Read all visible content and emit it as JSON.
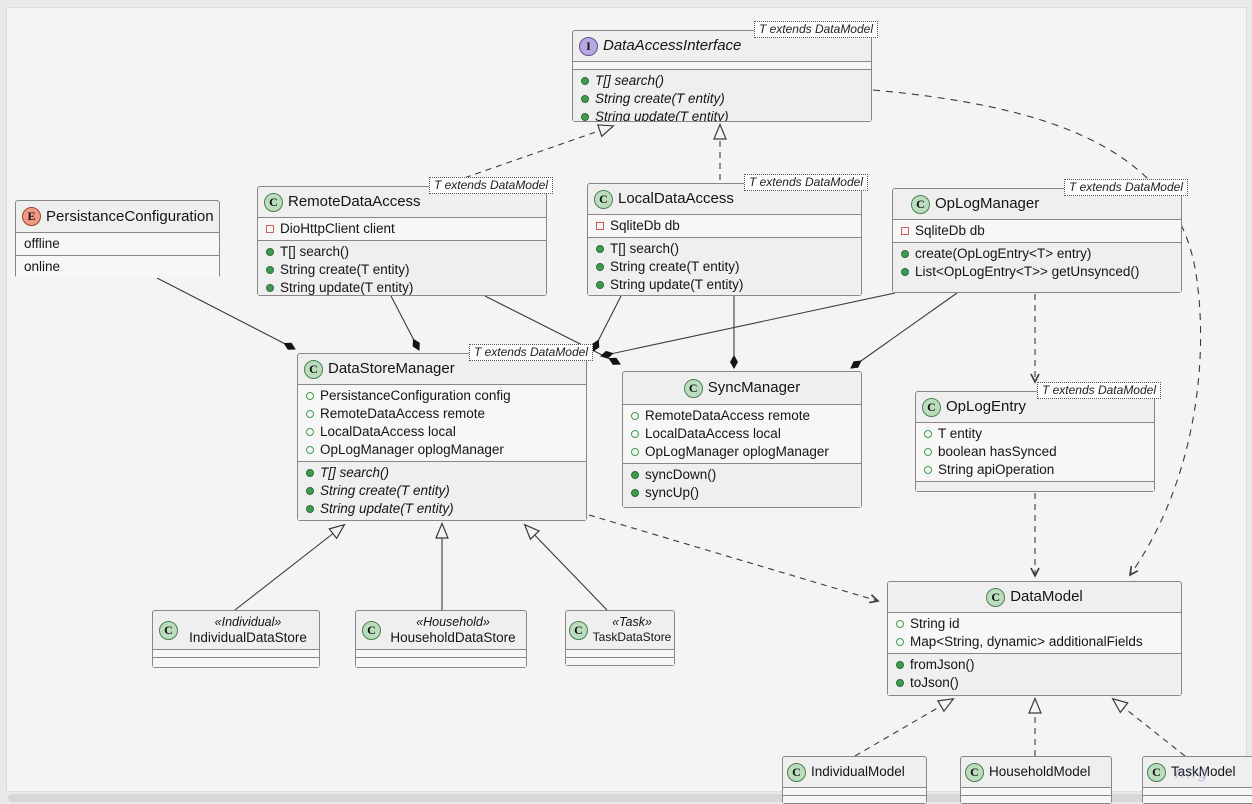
{
  "diagram": {
    "kind": "uml-class-diagram",
    "watermark": "nng",
    "generic_label": "T extends DataModel",
    "colors": {
      "canvas_bg": "#f4f4f4",
      "box_bg": "#f1f1f1",
      "edge": "#3a3a3a",
      "class_badge_fill": "#bcdcbe",
      "class_badge_border": "#4a7f52",
      "interface_badge_fill": "#b6a8e2",
      "enum_badge_fill": "#ee9a85",
      "field_icon": "#3f9b50",
      "private_icon": "#d05c5c"
    },
    "icons": {
      "class-icon": "C",
      "interface-icon": "I",
      "enum-icon": "E",
      "public-field-icon": "open-circle",
      "method-icon": "filled-circle",
      "private-field-icon": "open-square"
    }
  },
  "classes": {
    "dataAccessInterface": {
      "kind": "I",
      "name": "DataAccessInterface",
      "generic": "T extends DataModel",
      "methods": [
        "T[] search()",
        "String create(T entity)",
        "String update(T entity)"
      ]
    },
    "persistanceConfiguration": {
      "kind": "E",
      "name": "PersistanceConfiguration",
      "values": [
        "offline",
        "online"
      ]
    },
    "remoteDataAccess": {
      "kind": "C",
      "name": "RemoteDataAccess",
      "generic": "T extends DataModel",
      "fields": [
        "DioHttpClient client"
      ],
      "methods": [
        "T[] search()",
        "String create(T entity)",
        "String update(T entity)"
      ]
    },
    "localDataAccess": {
      "kind": "C",
      "name": "LocalDataAccess",
      "generic": "T extends DataModel",
      "fields": [
        "SqliteDb db"
      ],
      "methods": [
        "T[] search()",
        "String create(T entity)",
        "String update(T entity)"
      ]
    },
    "opLogManager": {
      "kind": "C",
      "name": "OpLogManager",
      "generic": "T extends DataModel",
      "fields": [
        "SqliteDb db"
      ],
      "methods": [
        "create(OpLogEntry<T> entry)",
        "List<OpLogEntry<T>> getUnsynced()"
      ]
    },
    "dataStoreManager": {
      "kind": "C",
      "name": "DataStoreManager",
      "generic": "T extends DataModel",
      "fields": [
        "PersistanceConfiguration config",
        "RemoteDataAccess remote",
        "LocalDataAccess local",
        "OpLogManager oplogManager"
      ],
      "methods": [
        "T[] search()",
        "String create(T entity)",
        "String update(T entity)"
      ]
    },
    "syncManager": {
      "kind": "C",
      "name": "SyncManager",
      "fields": [
        "RemoteDataAccess remote",
        "LocalDataAccess local",
        "OpLogManager oplogManager"
      ],
      "methods": [
        "syncDown()",
        "syncUp()"
      ]
    },
    "opLogEntry": {
      "kind": "C",
      "name": "OpLogEntry",
      "generic": "T extends DataModel",
      "fields": [
        "T entity",
        "boolean hasSynced",
        "String apiOperation"
      ]
    },
    "dataModel": {
      "kind": "C",
      "name": "DataModel",
      "fields": [
        "String id",
        "Map<String, dynamic> additionalFields"
      ],
      "methods": [
        "fromJson()",
        "toJson()"
      ]
    },
    "individualDataStore": {
      "kind": "C",
      "name": "IndividualDataStore",
      "stereotype": "«Individual»"
    },
    "householdDataStore": {
      "kind": "C",
      "name": "HouseholdDataStore",
      "stereotype": "«Household»"
    },
    "taskDataStore": {
      "kind": "C",
      "name": "TaskDataStore",
      "stereotype": "«Task»"
    },
    "individualModel": {
      "kind": "C",
      "name": "IndividualModel"
    },
    "householdModel": {
      "kind": "C",
      "name": "HouseholdModel"
    },
    "taskModel": {
      "kind": "C",
      "name": "TaskModel"
    }
  },
  "relationships": [
    {
      "from": "RemoteDataAccess",
      "to": "DataAccessInterface",
      "type": "realization"
    },
    {
      "from": "LocalDataAccess",
      "to": "DataAccessInterface",
      "type": "realization"
    },
    {
      "from": "DataAccessInterface",
      "to": "DataModel",
      "type": "dependency"
    },
    {
      "from": "PersistanceConfiguration",
      "to": "DataStoreManager",
      "type": "composition"
    },
    {
      "from": "RemoteDataAccess",
      "to": "DataStoreManager",
      "type": "composition"
    },
    {
      "from": "RemoteDataAccess",
      "to": "SyncManager",
      "type": "composition"
    },
    {
      "from": "LocalDataAccess",
      "to": "DataStoreManager",
      "type": "composition"
    },
    {
      "from": "LocalDataAccess",
      "to": "SyncManager",
      "type": "composition"
    },
    {
      "from": "OpLogManager",
      "to": "DataStoreManager",
      "type": "composition"
    },
    {
      "from": "OpLogManager",
      "to": "SyncManager",
      "type": "composition"
    },
    {
      "from": "OpLogManager",
      "to": "OpLogEntry",
      "type": "dependency"
    },
    {
      "from": "OpLogEntry",
      "to": "DataModel",
      "type": "dependency"
    },
    {
      "from": "DataStoreManager",
      "to": "DataModel",
      "type": "dependency"
    },
    {
      "from": "IndividualDataStore",
      "to": "DataStoreManager",
      "type": "inheritance"
    },
    {
      "from": "HouseholdDataStore",
      "to": "DataStoreManager",
      "type": "inheritance"
    },
    {
      "from": "TaskDataStore",
      "to": "DataStoreManager",
      "type": "inheritance"
    },
    {
      "from": "IndividualModel",
      "to": "DataModel",
      "type": "realization"
    },
    {
      "from": "HouseholdModel",
      "to": "DataModel",
      "type": "realization"
    },
    {
      "from": "TaskModel",
      "to": "DataModel",
      "type": "realization"
    }
  ]
}
